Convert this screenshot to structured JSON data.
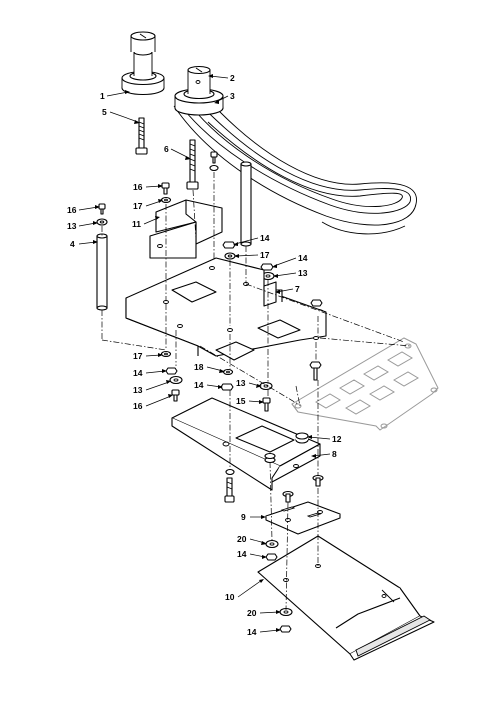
{
  "callouts": [
    "1",
    "2",
    "3",
    "5",
    "6",
    "16",
    "17",
    "11",
    "16",
    "13",
    "4",
    "14",
    "17",
    "14",
    "13",
    "7",
    "17",
    "14",
    "13",
    "16",
    "18",
    "14",
    "13",
    "15",
    "12",
    "8",
    "9",
    "20",
    "14",
    "10",
    "20",
    "14"
  ]
}
